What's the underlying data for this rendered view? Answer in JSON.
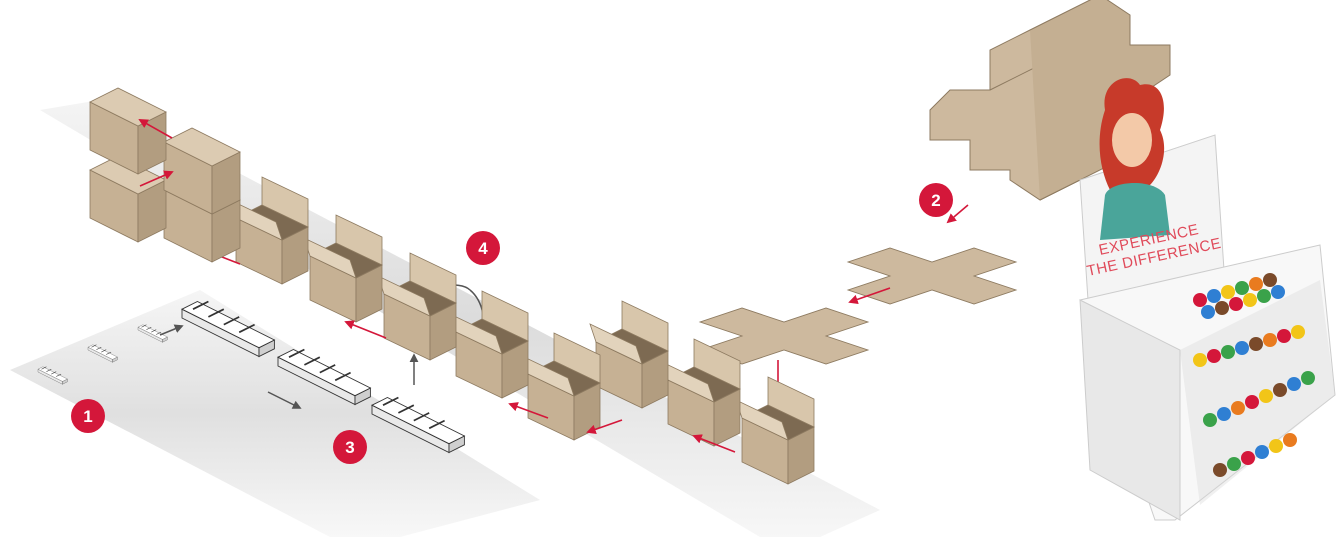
{
  "steps": [
    {
      "label": "1"
    },
    {
      "label": "2"
    },
    {
      "label": "3"
    },
    {
      "label": "4"
    }
  ],
  "display": {
    "line1": "EXPERIENCE",
    "line2": "THE DIFFERENCE"
  },
  "colors": {
    "cardboard": "#cdb99e",
    "cardboard_dark": "#a89277",
    "cardboard_light": "#dccbb2",
    "step_badge": "#d4173a",
    "arrow_red": "#d4173a",
    "arrow_gray": "#555555",
    "track": "#e6e6e6"
  }
}
